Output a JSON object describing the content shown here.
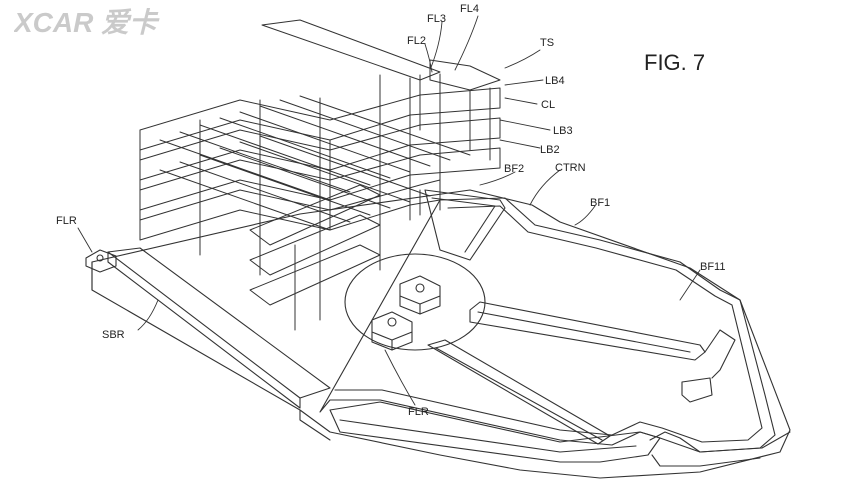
{
  "figure": {
    "title": "FIG. 7",
    "watermark_text": "XCAR 爱卡"
  },
  "labels": {
    "FL4": "FL4",
    "FL3": "FL3",
    "FL2": "FL2",
    "TS": "TS",
    "LB4": "LB4",
    "CL": "CL",
    "LB3": "LB3",
    "LB2": "LB2",
    "CTRN": "CTRN",
    "BF2": "BF2",
    "BF1": "BF1",
    "BF11": "BF11",
    "FLR_left": "FLR",
    "FLR_bottom": "FLR",
    "SBR": "SBR"
  },
  "colors": {
    "line": "#333333",
    "fill": "#ffffff",
    "watermark": "#9a9a9a"
  }
}
